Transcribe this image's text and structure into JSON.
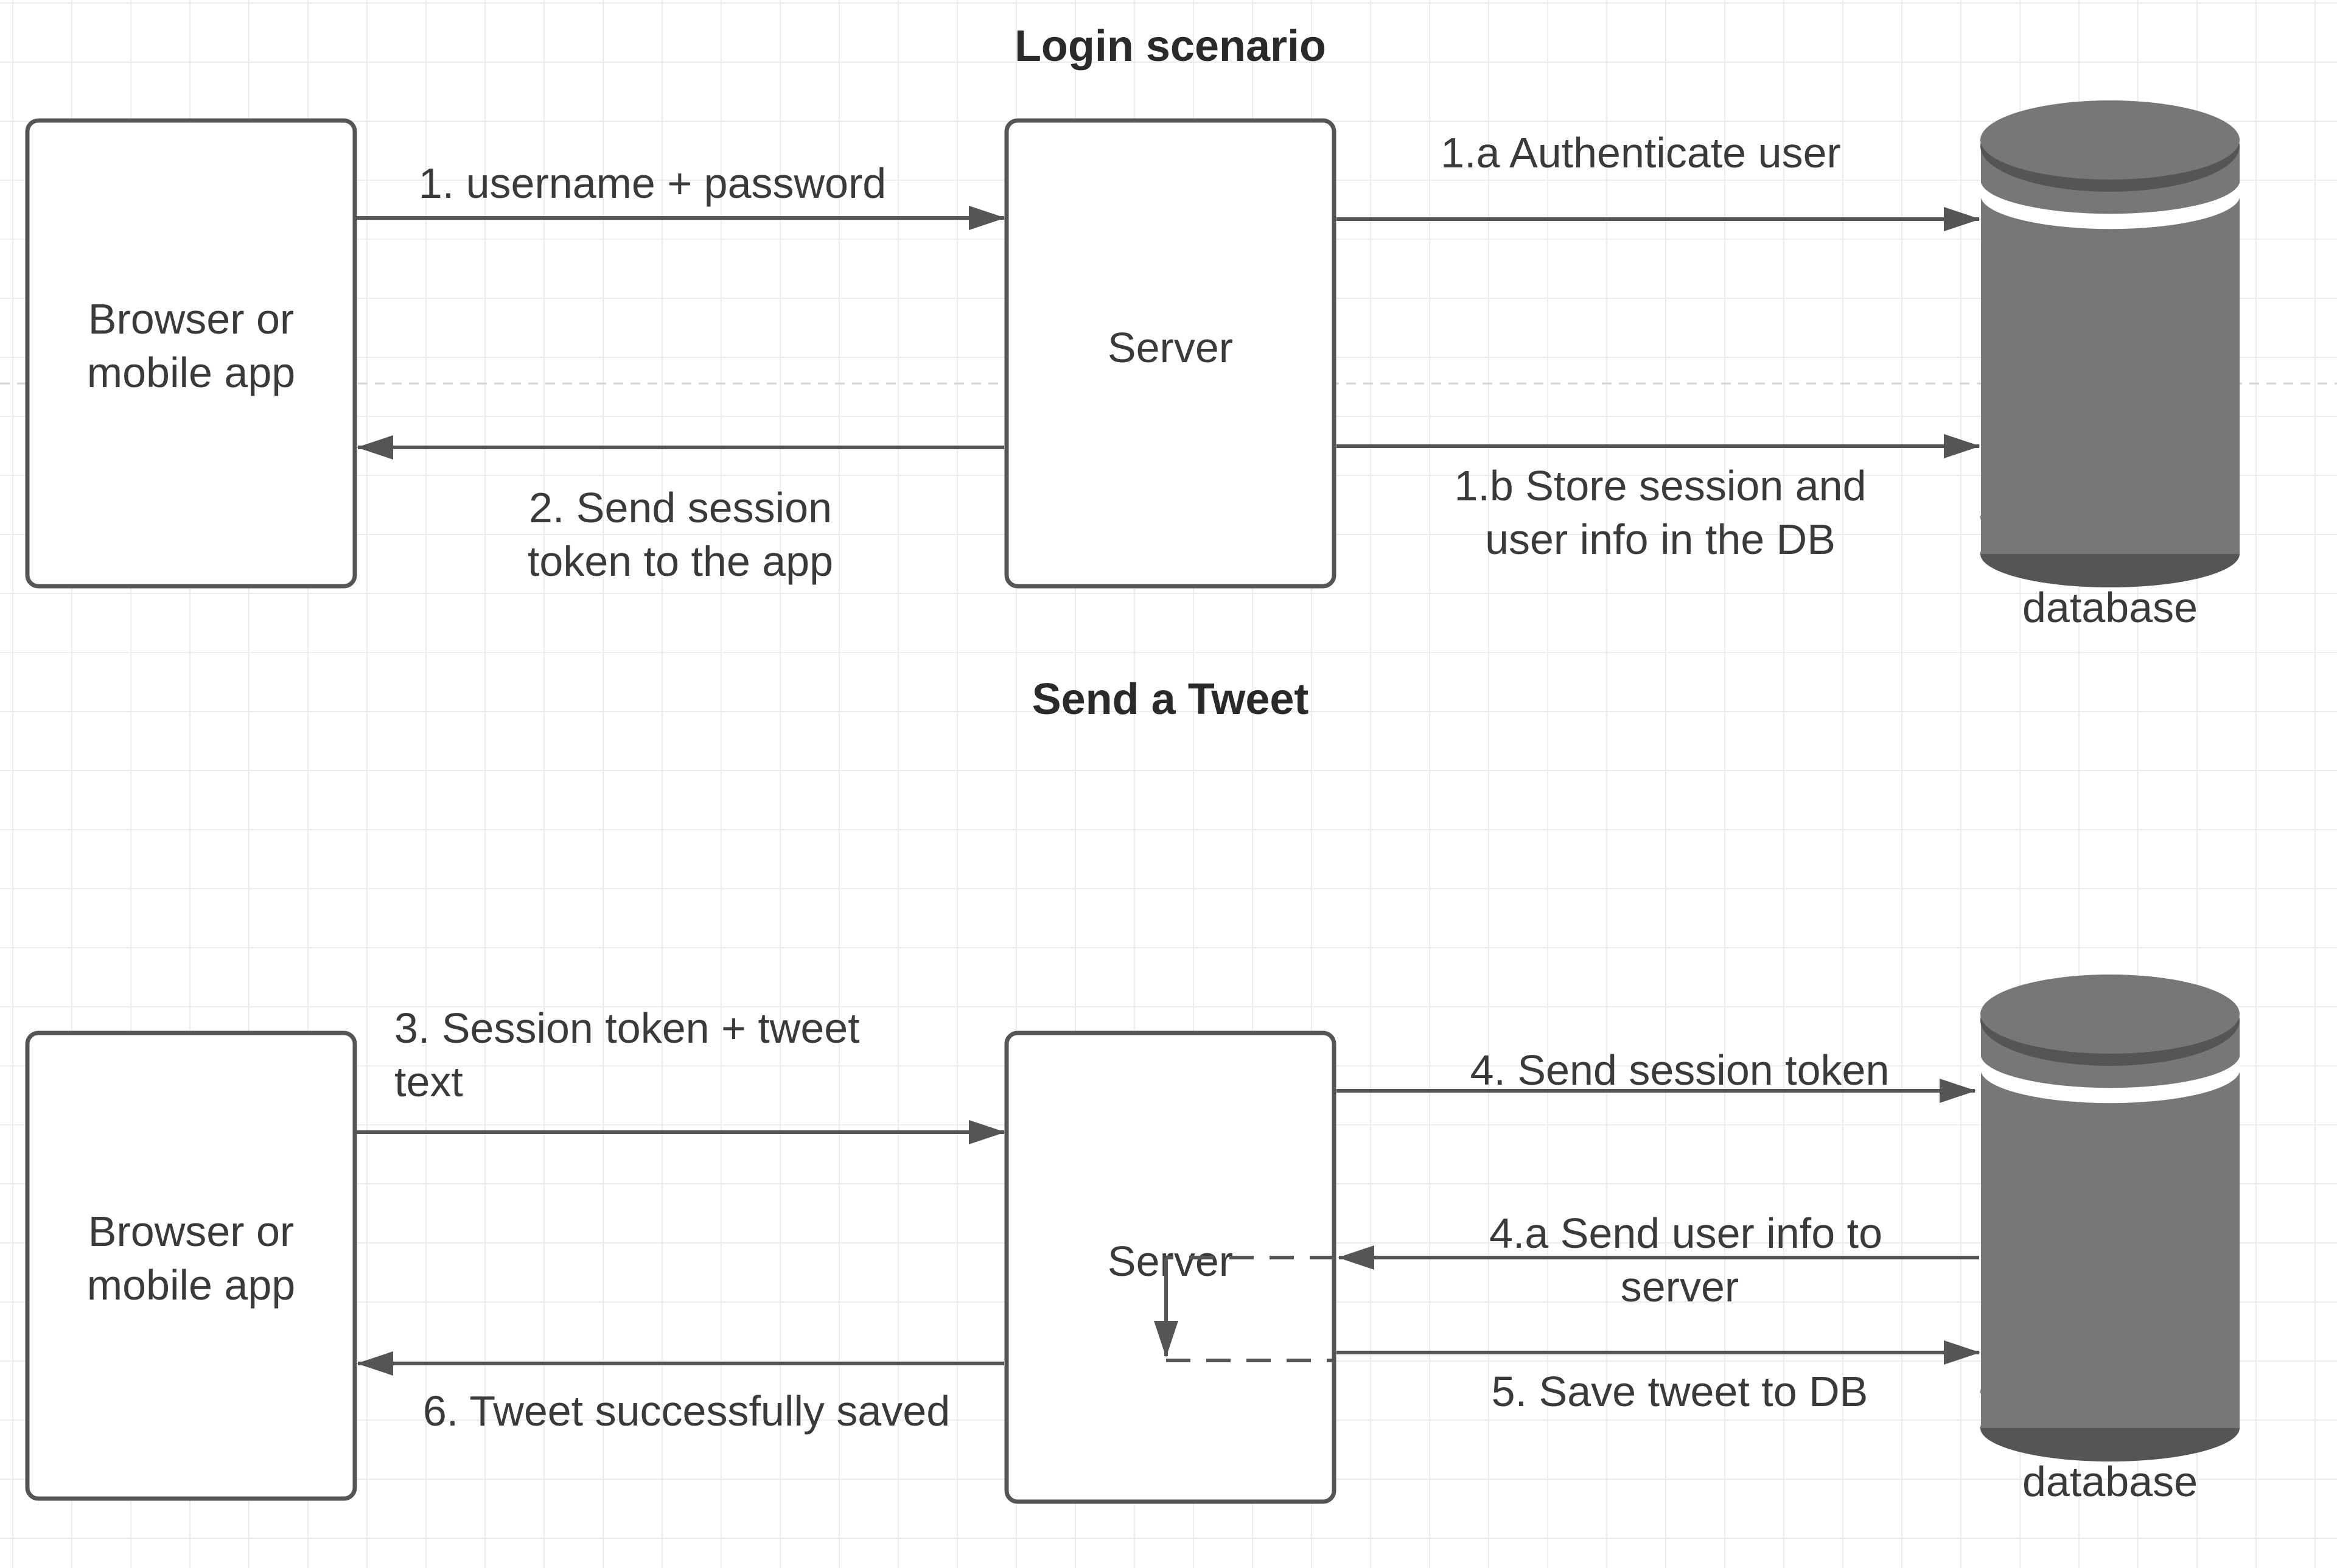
{
  "login_scenario": {
    "title": "Login scenario",
    "client_label_line1": "Browser or",
    "client_label_line2": "mobile app",
    "server_label": "Server",
    "database_label": "database",
    "arrow_1": "1. username + password",
    "arrow_1a": "1.a Authenticate user",
    "arrow_1b_line1": "1.b Store session and",
    "arrow_1b_line2": "user info in the DB",
    "arrow_2_line1": "2. Send session",
    "arrow_2_line2": "token to the app"
  },
  "send_tweet": {
    "title": "Send a Tweet",
    "client_label_line1": "Browser or",
    "client_label_line2": "mobile app",
    "server_label": "Server",
    "database_label": "database",
    "arrow_3_line1": "3. Session token + tweet",
    "arrow_3_line2": "text",
    "arrow_4": "4. Send session token",
    "arrow_4a_line1": "4.a Send user info to",
    "arrow_4a_line2": "server",
    "arrow_5": "5. Save tweet to DB",
    "arrow_6": "6. Tweet successfully saved"
  },
  "colors": {
    "stroke": "#555555",
    "database_fill": "#777777",
    "database_band": "#555555",
    "grid": "#ececec"
  }
}
